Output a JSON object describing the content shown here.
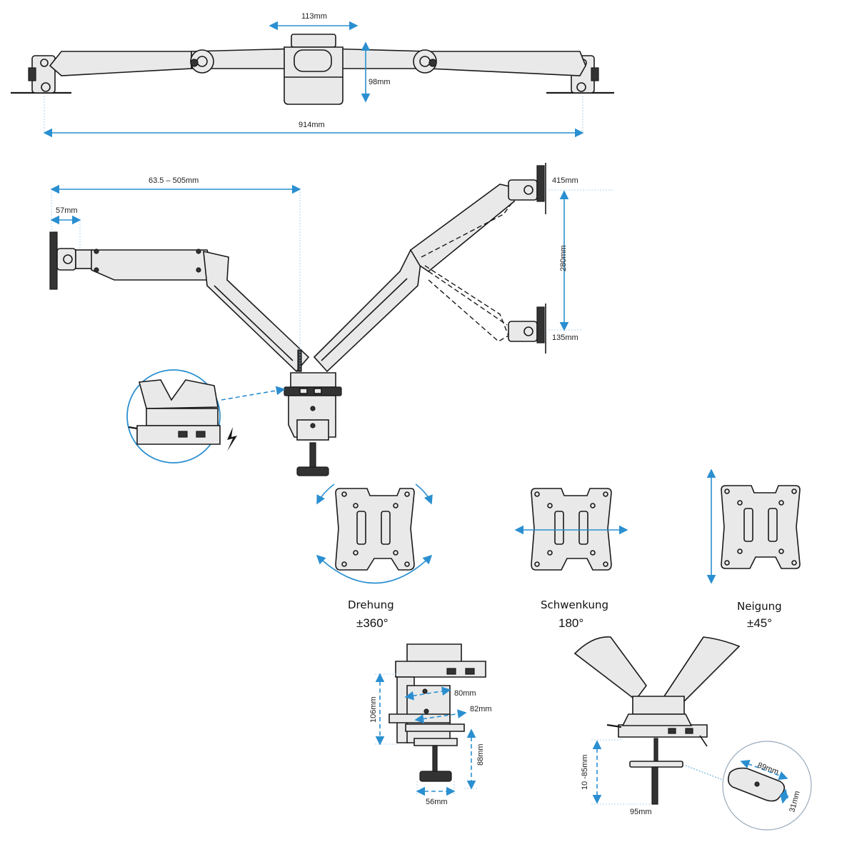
{
  "dimensions": {
    "top_width": "113mm",
    "top_height": "98mm",
    "total_span": "914mm",
    "reach": "63.5 – 505mm",
    "plate_depth": "57mm",
    "height_top": "415mm",
    "height_range": "280mm",
    "height_bottom": "135mm",
    "clamp_height": "106mm",
    "clamp_width_top": "80mm",
    "clamp_width_mid": "82mm",
    "clamp_depth": "88mm",
    "clamp_base": "56mm",
    "grommet_thickness": "10 -85mm",
    "grommet_width": "95mm",
    "grommet_plate_length": "89mm",
    "grommet_plate_width": "31mm"
  },
  "motions": [
    {
      "label": "Drehung",
      "value": "±360°"
    },
    {
      "label": "Schwenkung",
      "value": "180°"
    },
    {
      "label": "Neigung",
      "value": "±45°"
    }
  ],
  "colors": {
    "dimension_line": "#2a8fd0",
    "drawing": "#1a1a1a"
  },
  "icons": {
    "power": "lightning-icon"
  }
}
